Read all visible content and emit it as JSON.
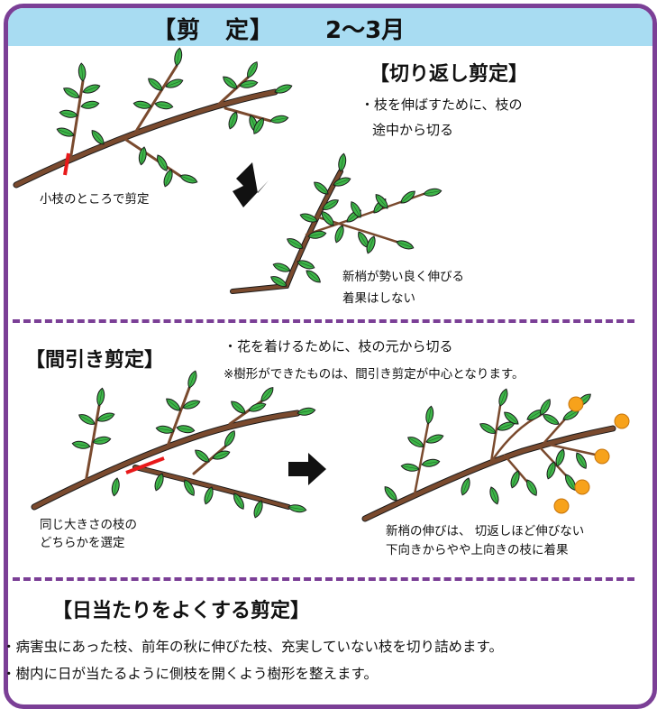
{
  "header": {
    "title": "【剪　定】",
    "period": "2〜3月"
  },
  "section1": {
    "heading": "【切り返し剪定】",
    "desc_line1": "・枝を伸ばすために、枝の",
    "desc_line2": "途中から切る",
    "cut_label": "小枝のところで剪定",
    "result_line1": "新梢が勢い良く伸びる",
    "result_line2": "着果はしない"
  },
  "section2": {
    "heading": "【間引き剪定】",
    "desc": "・花を着けるために、枝の元から切る",
    "note": "※樹形ができたものは、間引き剪定が中心となります。",
    "cut_label_line1": "同じ大きさの枝の",
    "cut_label_line2": "どちらかを選定",
    "result_line1": "新梢の伸びは、 切返しほど伸びない",
    "result_line2": "下向きからやや上向きの枝に着果"
  },
  "section3": {
    "heading": "【日当たりをよくする剪定】",
    "bullet1": "・病害虫にあった枝、前年の秋に伸びた枝、充実していない枝を切り詰めます。",
    "bullet2": "・樹内に日が当たるように側枝を開くよう樹形を整えます。"
  },
  "colors": {
    "frame": "#7b3f96",
    "title_band": "#a8dcf2",
    "branch": "#7a4a2e",
    "leaf": "#3fb54a",
    "cut_mark": "#e8191a",
    "fruit": "#f7a21b"
  }
}
